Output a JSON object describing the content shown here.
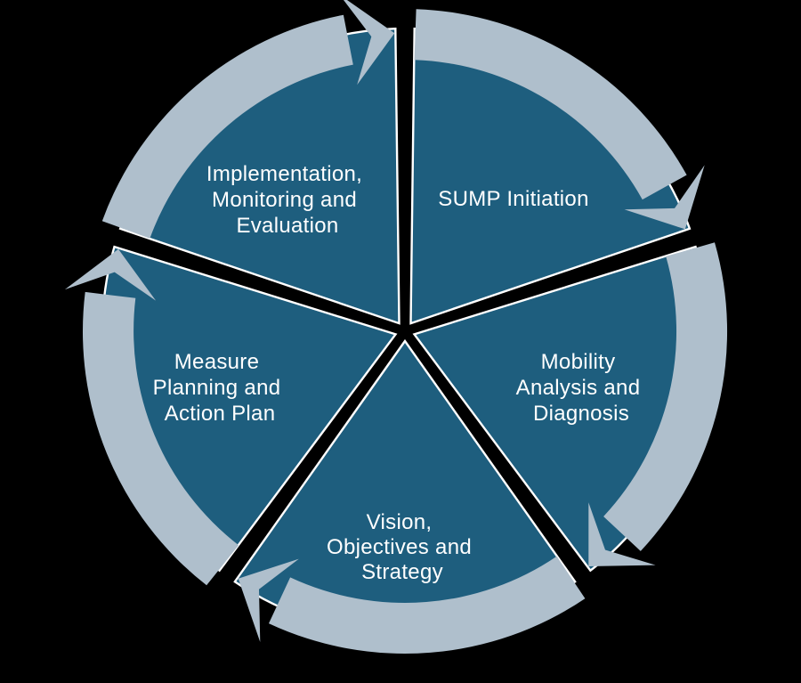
{
  "diagram": {
    "name": "SUMP cycle diagram",
    "type": "cycle",
    "direction": "clockwise",
    "segment_count": 5,
    "colors": {
      "background": "#000000",
      "segment_fill": "#1E5E7E",
      "segment_stroke": "#FFFFFF",
      "ring": "#AFBFCC",
      "label_text": "#FFFFFF"
    },
    "segments": [
      {
        "label": "SUMP Initiation",
        "position": "top-right",
        "lines": [
          "SUMP Initiation"
        ]
      },
      {
        "label": "Mobility Analysis and Diagnosis",
        "position": "right",
        "lines": [
          "Mobility",
          "Analysis and",
          "Diagnosis"
        ]
      },
      {
        "label": "Vision, Objectives and Strategy",
        "position": "bottom",
        "lines": [
          "Vision,",
          "Objectives and",
          "Strategy"
        ]
      },
      {
        "label": "Measure Planning and Action Plan",
        "position": "left",
        "lines": [
          "Measure",
          "Planning and",
          "Action Plan"
        ]
      },
      {
        "label": "Implementation, Monitoring and Evaluation",
        "position": "top-left",
        "lines": [
          "Implementation,",
          "Monitoring and",
          "Evaluation"
        ]
      }
    ]
  }
}
